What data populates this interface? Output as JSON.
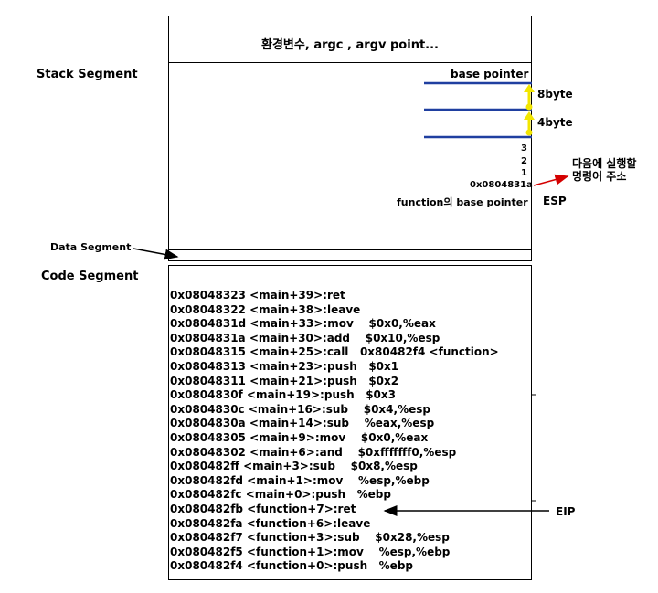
{
  "env_box": {
    "text": "환경변수, argc , argv point..."
  },
  "labels": {
    "stack_segment": "Stack Segment",
    "data_segment": "Data Segment",
    "code_segment": "Code Segment"
  },
  "stack": {
    "base_pointer": "base pointer",
    "size_8": "8byte",
    "size_4": "4byte",
    "val_3": "3",
    "val_2": "2",
    "val_1": "1",
    "return_addr": "0x0804831a",
    "function_bp": "function의 base pointer",
    "next_instr_note_line1": "다음에 실행할",
    "next_instr_note_line2": "명령어 주소",
    "esp": "ESP"
  },
  "code_lines": [
    "0x08048323 <main+39>:ret",
    "0x08048322 <main+38>:leave",
    "0x0804831d <main+33>:mov    $0x0,%eax",
    "0x0804831a <main+30>:add    $0x10,%esp",
    "0x08048315 <main+25>:call   0x80482f4 <function>",
    "0x08048313 <main+23>:push   $0x1",
    "0x08048311 <main+21>:push   $0x2",
    "0x0804830f <main+19>:push   $0x3",
    "0x0804830c <main+16>:sub    $0x4,%esp",
    "0x0804830a <main+14>:sub    %eax,%esp",
    "0x08048305 <main+9>:mov    $0x0,%eax",
    "0x08048302 <main+6>:and    $0xfffffff0,%esp",
    "0x080482ff <main+3>:sub    $0x8,%esp",
    "0x080482fd <main+1>:mov    %esp,%ebp",
    "0x080482fc <main+0>:push   %ebp",
    "0x080482fb <function+7>:ret",
    "0x080482fa <function+6>:leave",
    "0x080482f7 <function+3>:sub    $0x28,%esp",
    "0x080482f5 <function+1>:mov    %esp,%ebp",
    "0x080482f4 <function+0>:push   %ebp"
  ],
  "eip_label": "EIP",
  "colors": {
    "blue_line": "#1f3fa0",
    "yellow_arrow": "#f2e600",
    "red_arrow": "#d40000"
  }
}
